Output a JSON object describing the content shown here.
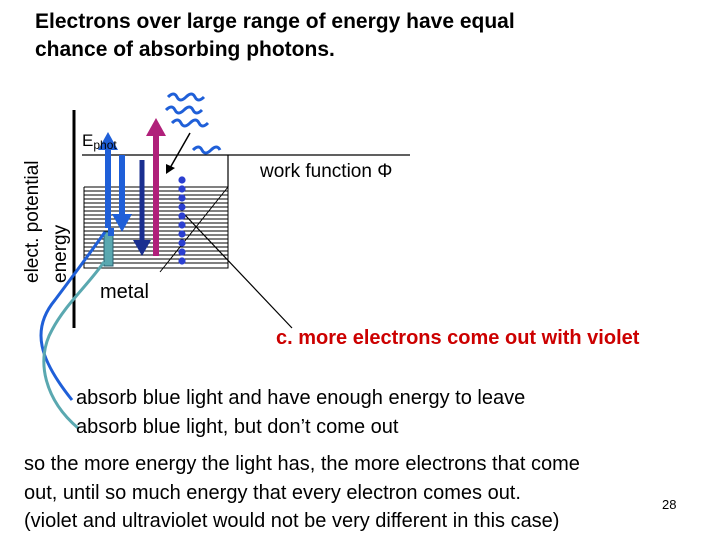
{
  "slide": {
    "title_line1": "Electrons over large range of energy have equal",
    "title_line2": "chance of absorbing photons.",
    "ylabel_outer": "elect. potential",
    "ylabel_inner": "energy",
    "ephot_main": "E",
    "ephot_sub": "phot",
    "work_function": "work function Φ",
    "metal": "metal",
    "answer": "c. more electrons come out with violet",
    "line_blue_escape": "absorb blue light and have enough energy to leave",
    "line_blue_stay": "absorb blue light, but don’t come out",
    "para_line1": "so the more energy the light has, the more electrons that come",
    "para_line2": "out, until so much energy that every electron comes out.",
    "para_line3": "(violet and ultraviolet would not be very different in this case)",
    "page_number": "28"
  },
  "colors": {
    "blue_arrow": "#1f5fd8",
    "violet_arrow": "#b0207a",
    "electron_blue": "#2b3fd0",
    "teal": "#5aa8b0",
    "answer_red": "#cc0000"
  }
}
